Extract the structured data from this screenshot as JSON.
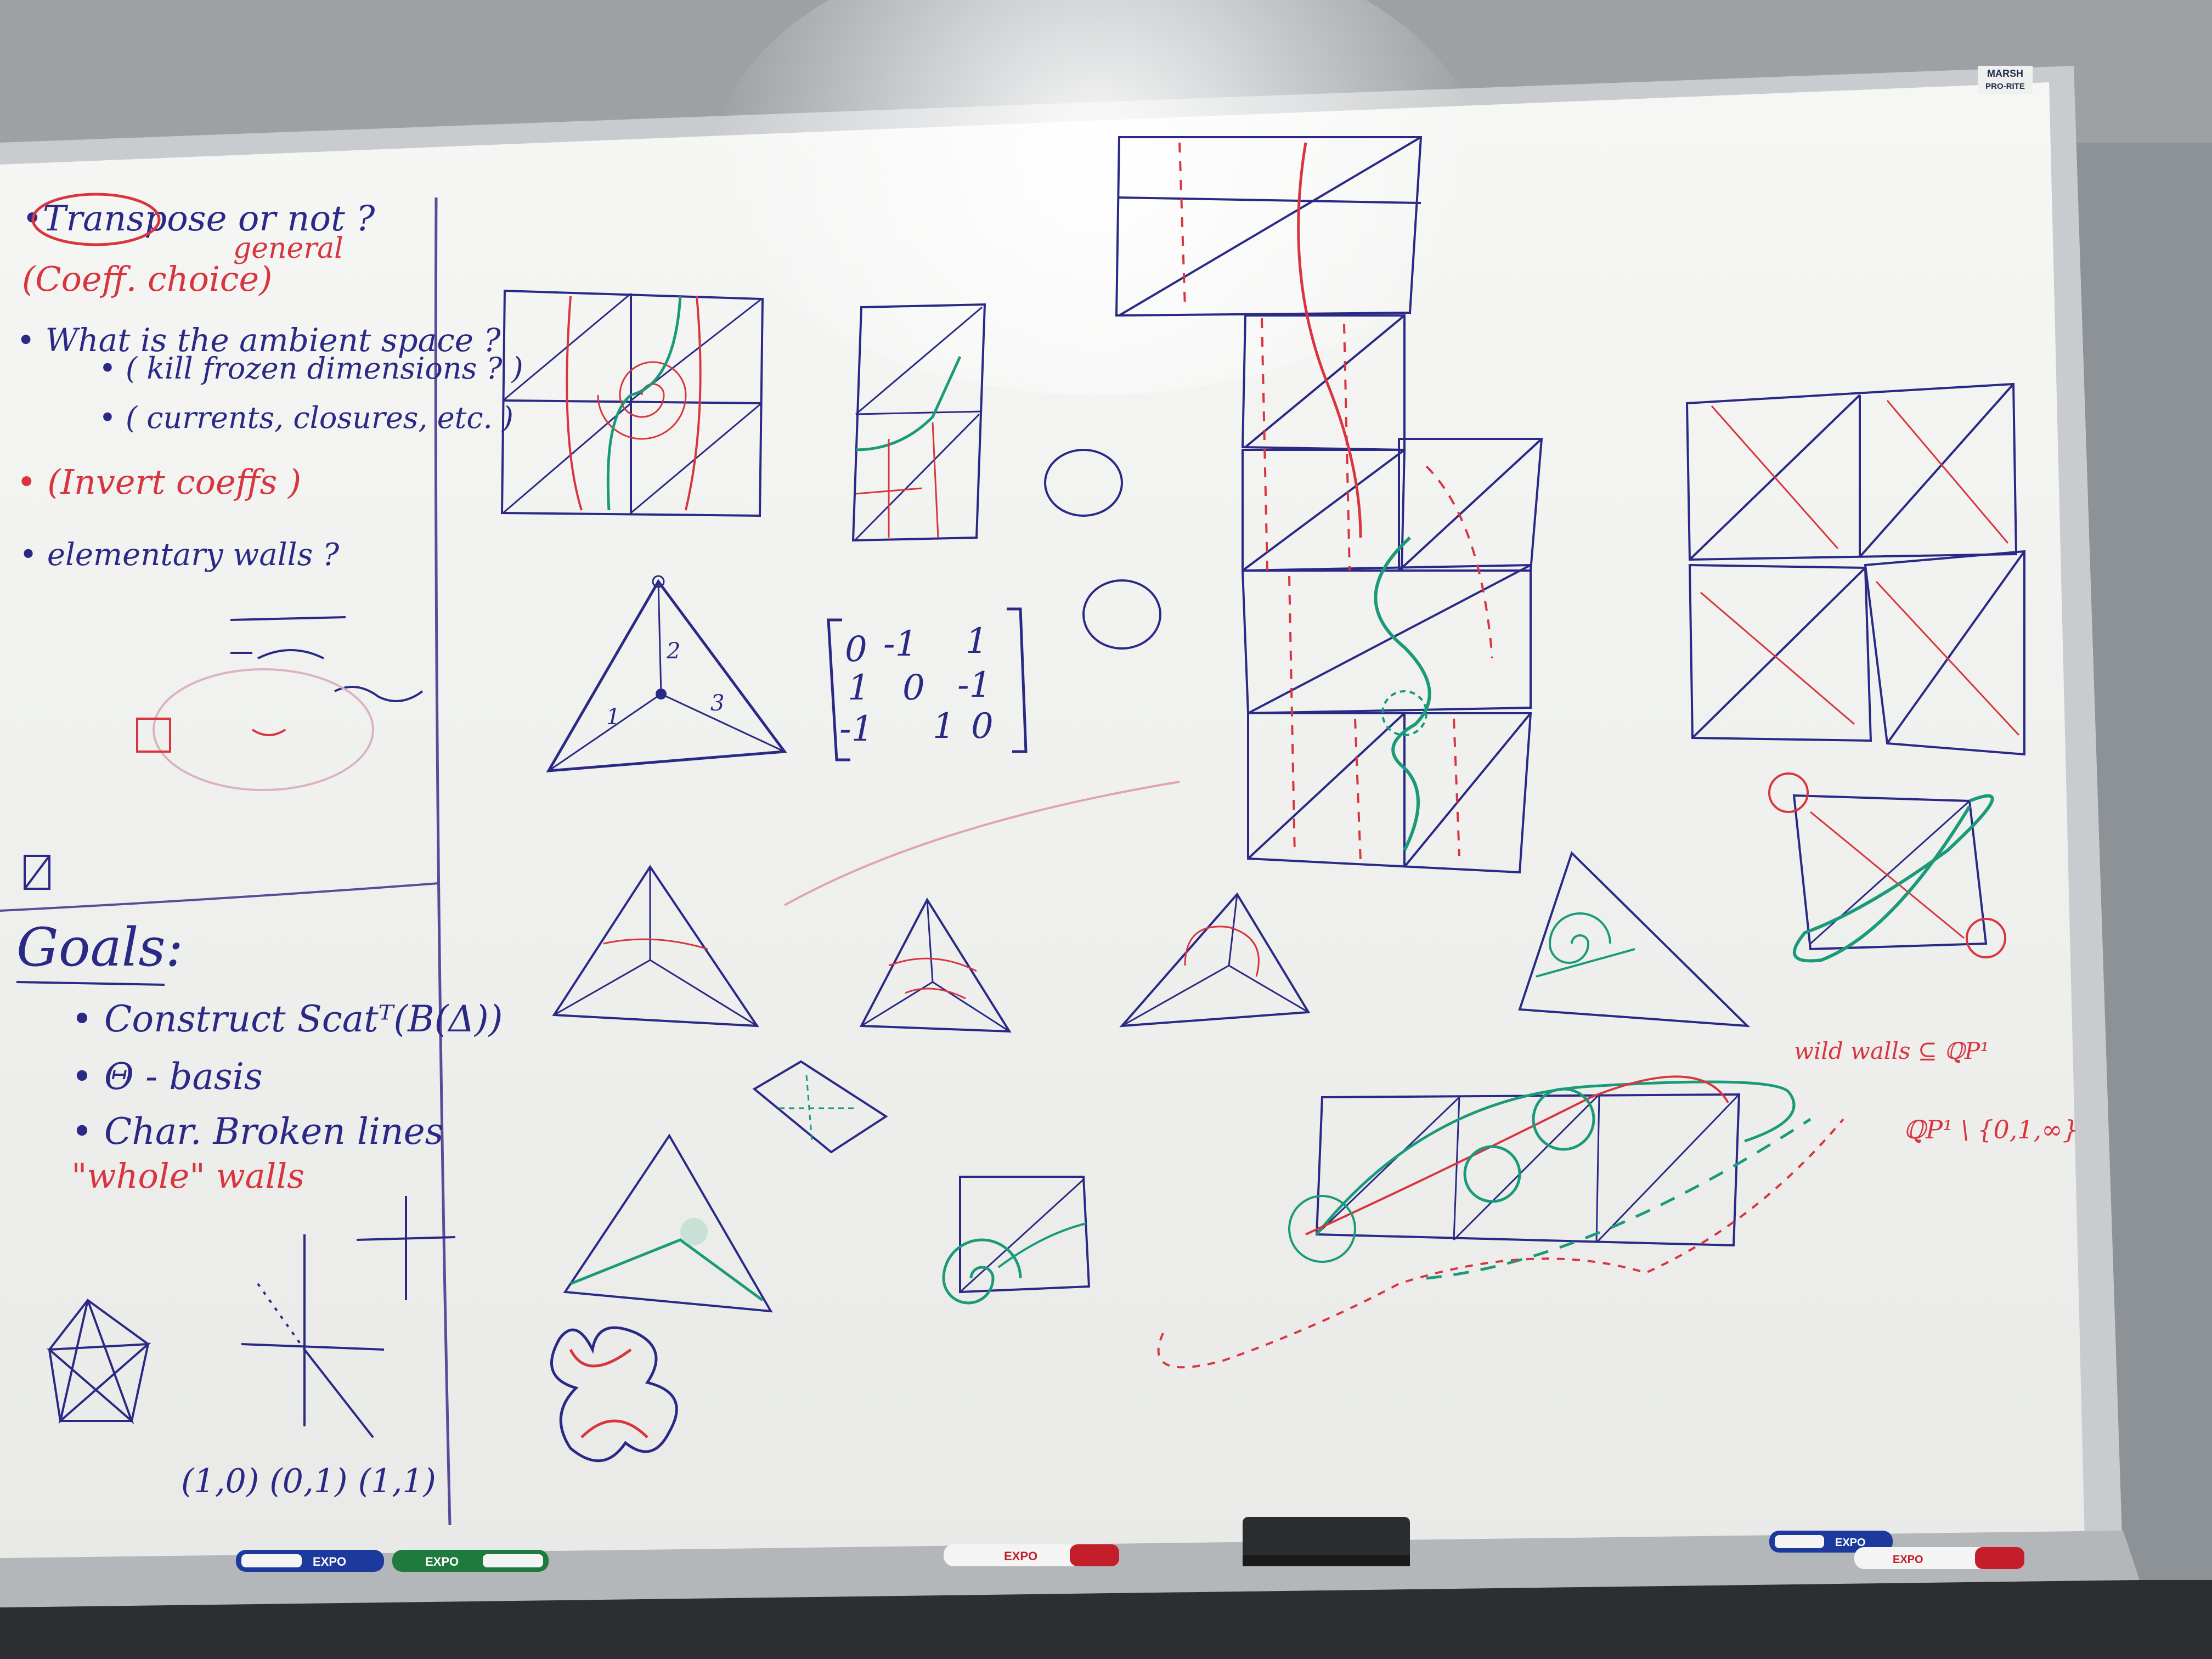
{
  "brand": {
    "maker": "MARSH",
    "product": "PRO-RITE"
  },
  "notes_left": [
    {
      "text": "•Transpose or not ?",
      "color": "blue"
    },
    {
      "text": "(Coeff. choice)",
      "color": "red"
    },
    {
      "text": "general",
      "color": "red"
    },
    {
      "text": "• What is the ambient space ?",
      "color": "blue"
    },
    {
      "text": "• ( kill frozen dimensions ? )",
      "color": "blue"
    },
    {
      "text": "• ( currents, closures, etc. )",
      "color": "blue"
    },
    {
      "text": "• (Invert coeffs )",
      "color": "red"
    },
    {
      "text": "• elementary walls ?",
      "color": "blue"
    }
  ],
  "goals": {
    "heading": "Goals:",
    "items": [
      {
        "text": "• Construct Scatᵀ(B(Δ))",
        "color": "blue"
      },
      {
        "text": "• Θ - basis",
        "color": "blue"
      },
      {
        "text": "• Char. Broken lines",
        "color": "blue"
      },
      {
        "text": "\"whole\" walls",
        "color": "red"
      }
    ]
  },
  "coords_label": "(1,0)  (0,1)  (1,1)",
  "matrix": {
    "rows": [
      [
        "0",
        "-1",
        "1"
      ],
      [
        "1",
        "0",
        "-1"
      ],
      [
        "-1",
        "1",
        "0"
      ]
    ]
  },
  "triangle_numbers": [
    "1",
    "2",
    "3"
  ],
  "right_notes": [
    {
      "text": "wild walls ⊆ ℚP¹",
      "color": "red"
    },
    {
      "text": "ℚP¹ \\ {0,1,∞}",
      "color": "red"
    }
  ],
  "markers": [
    "EXPO",
    "EXPO",
    "EXPO",
    "EXPO",
    "EXPO"
  ],
  "colors": {
    "board": "#f3f4f2",
    "frame": "#c9ccce",
    "wall": "#8d9296",
    "ink_blue": "#2a2a86",
    "ink_red": "#d8353f",
    "ink_green": "#1a9a78"
  }
}
